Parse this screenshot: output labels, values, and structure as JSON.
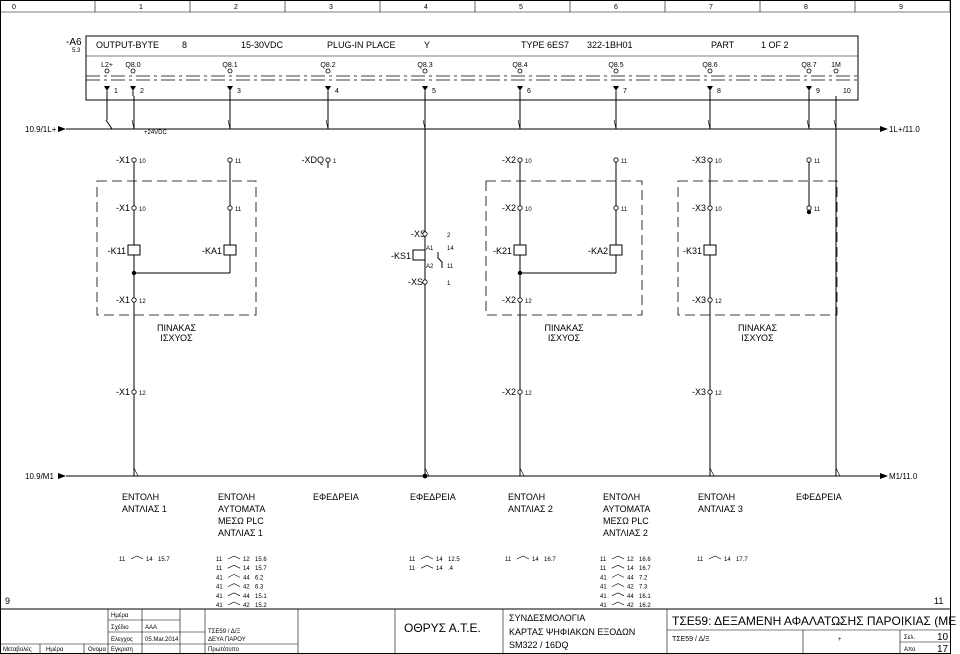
{
  "ruler": [
    "0",
    "1",
    "2",
    "3",
    "4",
    "5",
    "6",
    "7",
    "8",
    "9"
  ],
  "header": {
    "tag": "-A6",
    "tag_sub": "5.3",
    "cells": [
      "OUTPUT-BYTE",
      "8",
      "15-30VDC",
      "PLUG-IN PLACE",
      "Y",
      "TYPE 6ES7",
      "322-1BH01",
      "PART",
      "1 OF 2"
    ],
    "channels": [
      "L2+",
      "Q8.0",
      "Q8.1",
      "Q8.2",
      "Q8.3",
      "Q8.4",
      "Q8.5",
      "Q8.6",
      "Q8.7",
      "1M"
    ],
    "pins": [
      "1",
      "2",
      "3",
      "4",
      "5",
      "6",
      "7",
      "8",
      "9",
      "10"
    ]
  },
  "rails": {
    "l1_left": "10.9/1L+",
    "l1_right": "1L+/11.0",
    "l1_note": "+24VDC",
    "m1_left": "10.9/M1",
    "m1_right": "M1/11.0"
  },
  "terminals": {
    "x1": "-X1",
    "x2": "-X2",
    "x3": "-X3",
    "xdq": "-XDQ",
    "xs": "-XS",
    "t10": "10",
    "t11": "11",
    "t12": "12",
    "t1": "1",
    "t2": "2"
  },
  "relays": {
    "k11": "-K11",
    "ka1": "-KA1",
    "ks1": "-KS1",
    "k21": "-K21",
    "ka2": "-KA2",
    "k31": "-K31",
    "a1": "A1",
    "a2": "A2",
    "c14": "14",
    "c11": "11"
  },
  "panel_label": [
    "ΠΙΝΑΚΑΣ",
    "ΙΣΧΥΟΣ"
  ],
  "functions": [
    [
      "ΕΝΤΟΛΗ",
      "ΑΝΤΛΙΑΣ 1"
    ],
    [
      "ΕΝΤΟΛΗ",
      "ΑΥΤΟΜΑΤΑ",
      "ΜΕΣΩ PLC",
      "ΑΝΤΛΙΑΣ 1"
    ],
    [
      "ΕΦΕΔΡΕΙΑ"
    ],
    [
      "ΕΦΕΔΡΕΙΑ"
    ],
    [
      "ΕΝΤΟΛΗ",
      "ΑΝΤΛΙΑΣ 2"
    ],
    [
      "ΕΝΤΟΛΗ",
      "ΑΥΤΟΜΑΤΑ",
      "ΜΕΣΩ PLC",
      "ΑΝΤΛΙΑΣ 2"
    ],
    [
      "ΕΝΤΟΛΗ",
      "ΑΝΤΛΙΑΣ 3"
    ],
    [
      "ΕΦΕΔΡΕΙΑ"
    ]
  ],
  "xrefs": {
    "c1": [
      [
        "11",
        "14",
        "15.7"
      ]
    ],
    "c2": [
      [
        "11",
        "12",
        "15.6"
      ],
      [
        "11",
        "14",
        "15.7"
      ],
      [
        "41",
        "44",
        "6.2"
      ],
      [
        "41",
        "42",
        "6.3"
      ],
      [
        "41",
        "44",
        "15.1"
      ],
      [
        "41",
        "42",
        "15.2"
      ]
    ],
    "c3": [
      [
        "11",
        "14",
        "12.5"
      ],
      [
        "11",
        "14",
        ".4"
      ]
    ],
    "c4": [
      [
        "11",
        "14",
        "16.7"
      ]
    ],
    "c5": [
      [
        "11",
        "12",
        "16.6"
      ],
      [
        "11",
        "14",
        "16.7"
      ],
      [
        "41",
        "44",
        "7.2"
      ],
      [
        "41",
        "42",
        "7.3"
      ],
      [
        "41",
        "44",
        "16.1"
      ],
      [
        "41",
        "42",
        "16.2"
      ]
    ],
    "c6": [
      [
        "11",
        "14",
        "17.7"
      ]
    ]
  },
  "margin": {
    "left": "9",
    "right": "11"
  },
  "title_block": {
    "rev_headers": [
      "Μεταβολές",
      "Ημέρα",
      "Ονομα"
    ],
    "roles": [
      "Ημέρα",
      "Σχέδιο",
      "Ελεγχος",
      "Εγκριση"
    ],
    "drawn_by": "AAA",
    "date": "05.Mar.2014",
    "project_code": "ΤΣΕ59 / Δ/Ξ",
    "client_short": "ΔΕΥΑ ΠΑΡΟΥ",
    "original": "Πρωτότυπο",
    "company": "ΟΘΡΥΣ Α.Τ.Ε.",
    "desc": [
      "ΣΥΝΔΕΣΜΟΛΟΓΙΑ",
      "ΚΑΡΤΑΣ ΨΗΦΙΑΚΩΝ ΕΞΟΔΩΝ",
      "SM322 / 16DQ"
    ],
    "title": "ΤΣΕ59: ΔΕΞΑΜΕΝΗ ΑΦΑΛΑΤΩΣΗΣ ΠΑΡΟΙΚΙΑΣ (ΜΕ",
    "title_ref": "ΤΣΕ59 / Δ/Ξ",
    "eq": "=",
    "plus": "+",
    "sheet_label": "Σελ.",
    "sheet_no": "10",
    "of_label": "Απο",
    "of_no": "17"
  }
}
